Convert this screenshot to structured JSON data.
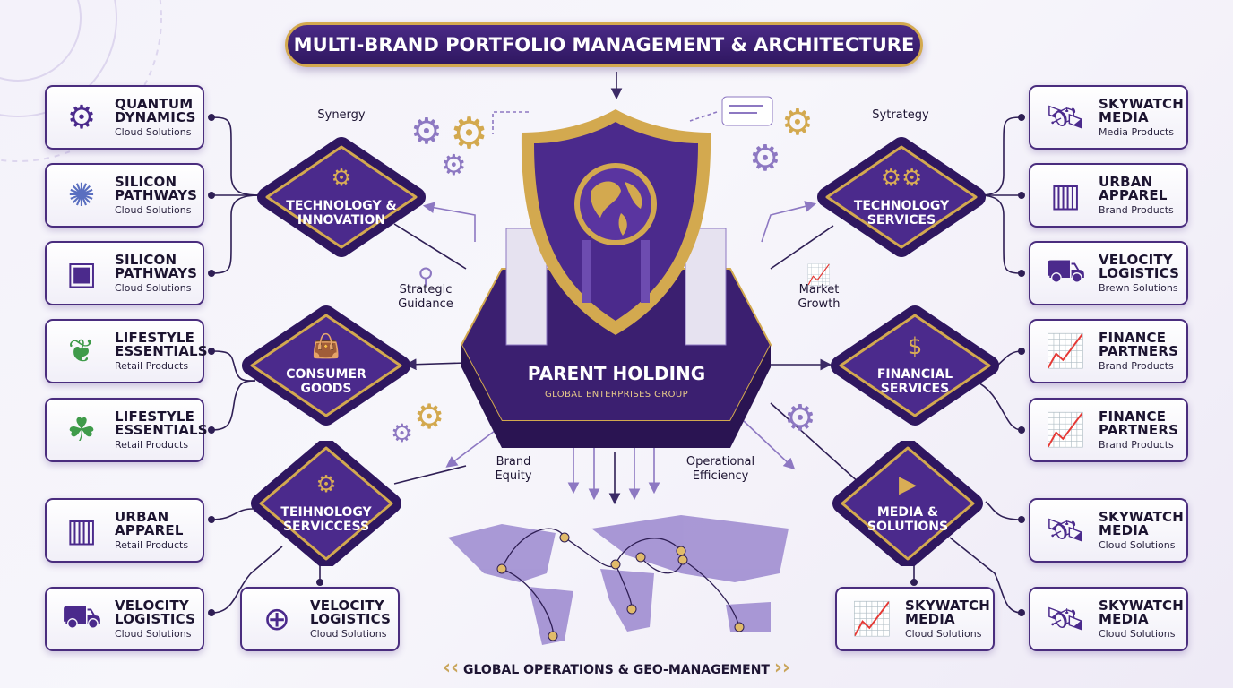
{
  "title": "MULTI-BRAND PORTFOLIO MANAGEMENT & ARCHITECTURE",
  "parent": {
    "name": "PARENT HOLDING",
    "subtitle": "GLOBAL ENTERPRISES GROUP"
  },
  "notes": {
    "synergy": "Synergy",
    "strategy": "Sytrategy",
    "strategic_guidance": [
      "Strategic",
      "Guidance"
    ],
    "market_growth": [
      "Market",
      "Growth"
    ],
    "brand_equity": [
      "Brand",
      "Equity"
    ],
    "operational_efficiency": [
      "Operational",
      "Efficiency"
    ]
  },
  "divisions": [
    {
      "lines": [
        "TECHNOLOGY &",
        "INNOVATION"
      ],
      "icon": "gear-icon"
    },
    {
      "lines": [
        "CONSUMER",
        "GOODS"
      ],
      "icon": "shopping-bag-icon"
    },
    {
      "lines": [
        "TEIHNOLOGY",
        "SERVICCESS"
      ],
      "icon": "gear-leaf-icon"
    },
    {
      "lines": [
        "TECHNOLOGY",
        "SERVICES"
      ],
      "icon": "gears-chart-icon"
    },
    {
      "lines": [
        "FINANCIAL",
        "SERVICES"
      ],
      "icon": "hand-coin-icon"
    },
    {
      "lines": [
        "MEDIA &",
        "SOLUTIONS"
      ],
      "icon": "play-icon"
    }
  ],
  "brands_left": [
    {
      "l1": "QUANTUM",
      "l2": "DYNAMICS",
      "sub": "Cloud Solutions",
      "icon": "gear-wave-icon"
    },
    {
      "l1": "SILICON",
      "l2": "PATHWAYS",
      "sub": "Cloud Solutions",
      "icon": "circuit-icon"
    },
    {
      "l1": "SILICON",
      "l2": "PATHWAYS",
      "sub": "Cloud Solutions",
      "icon": "chip-icon"
    },
    {
      "l1": "LIFESTYLE",
      "l2": "ESSENTIALS",
      "sub": "Retail Products",
      "icon": "leaf-icon"
    },
    {
      "l1": "LIFESTYLE",
      "l2": "ESSENTIALS",
      "sub": "Retail Products",
      "icon": "sprout-icon"
    },
    {
      "l1": "URBAN",
      "l2": "APPAREL",
      "sub": "Retail Products",
      "icon": "buildings-icon"
    },
    {
      "l1": "VELOCITY",
      "l2": "LOGISTICS",
      "sub": "Cloud Solutions",
      "icon": "truck-icon"
    },
    {
      "l1": "VELOCITY",
      "l2": "LOGISTICS",
      "sub": "Cloud Solutions",
      "icon": "globe-pin-icon"
    }
  ],
  "brands_right": [
    {
      "l1": "SKYWATCH",
      "l2": "MEDIA",
      "sub": "Media Products",
      "icon": "satellite-icon"
    },
    {
      "l1": "URBAN",
      "l2": "APPAREL",
      "sub": "Brand Products",
      "icon": "buildings-icon"
    },
    {
      "l1": "VELOCITY",
      "l2": "LOGISTICS",
      "sub": "Brewn Solutions",
      "icon": "truck-icon"
    },
    {
      "l1": "FINANCE",
      "l2": "PARTNERS",
      "sub": "Brand Products",
      "icon": "growth-chart-icon"
    },
    {
      "l1": "FINANCE",
      "l2": "PARTNERS",
      "sub": "Brand Products",
      "icon": "growth-chart-icon"
    },
    {
      "l1": "SKYWATCH",
      "l2": "MEDIA",
      "sub": "Cloud Solutions",
      "icon": "satellite-icon"
    },
    {
      "l1": "SKYWATCH",
      "l2": "MEDIA",
      "sub": "Cloud Solutions",
      "icon": "growth-chart-icon"
    },
    {
      "l1": "SKYWATCH",
      "l2": "MEDIA",
      "sub": "Cloud Solutions",
      "icon": "satellite-icon"
    }
  ],
  "footer": "GLOBAL OPERATIONS & GEO-MANAGEMENT",
  "colors": {
    "purple": "#3b1f70",
    "gold": "#d3a94f",
    "lavender": "#8d78c2"
  }
}
